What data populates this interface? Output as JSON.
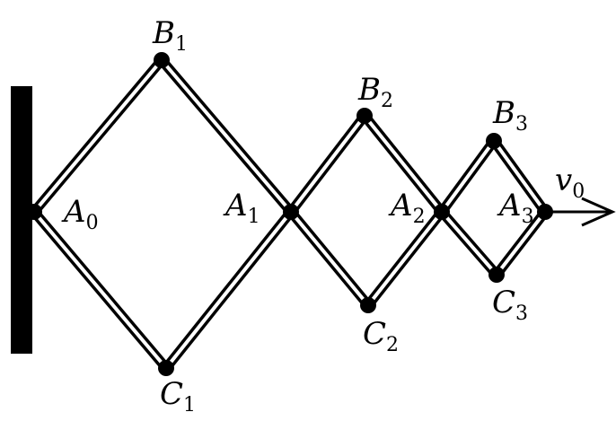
{
  "labels": {
    "B1": {
      "main": "B",
      "sub": "1"
    },
    "B2": {
      "main": "B",
      "sub": "2"
    },
    "B3": {
      "main": "B",
      "sub": "3"
    },
    "A0": {
      "main": "A",
      "sub": "0"
    },
    "A1": {
      "main": "A",
      "sub": "1"
    },
    "A2": {
      "main": "A",
      "sub": "2"
    },
    "A3": {
      "main": "A",
      "sub": "3"
    },
    "C1": {
      "main": "C",
      "sub": "1"
    },
    "C2": {
      "main": "C",
      "sub": "2"
    },
    "C3": {
      "main": "C",
      "sub": "3"
    },
    "v0": {
      "main": "v",
      "sub": "0"
    }
  },
  "colors": {
    "ink": "#000000",
    "background": "#ffffff"
  }
}
